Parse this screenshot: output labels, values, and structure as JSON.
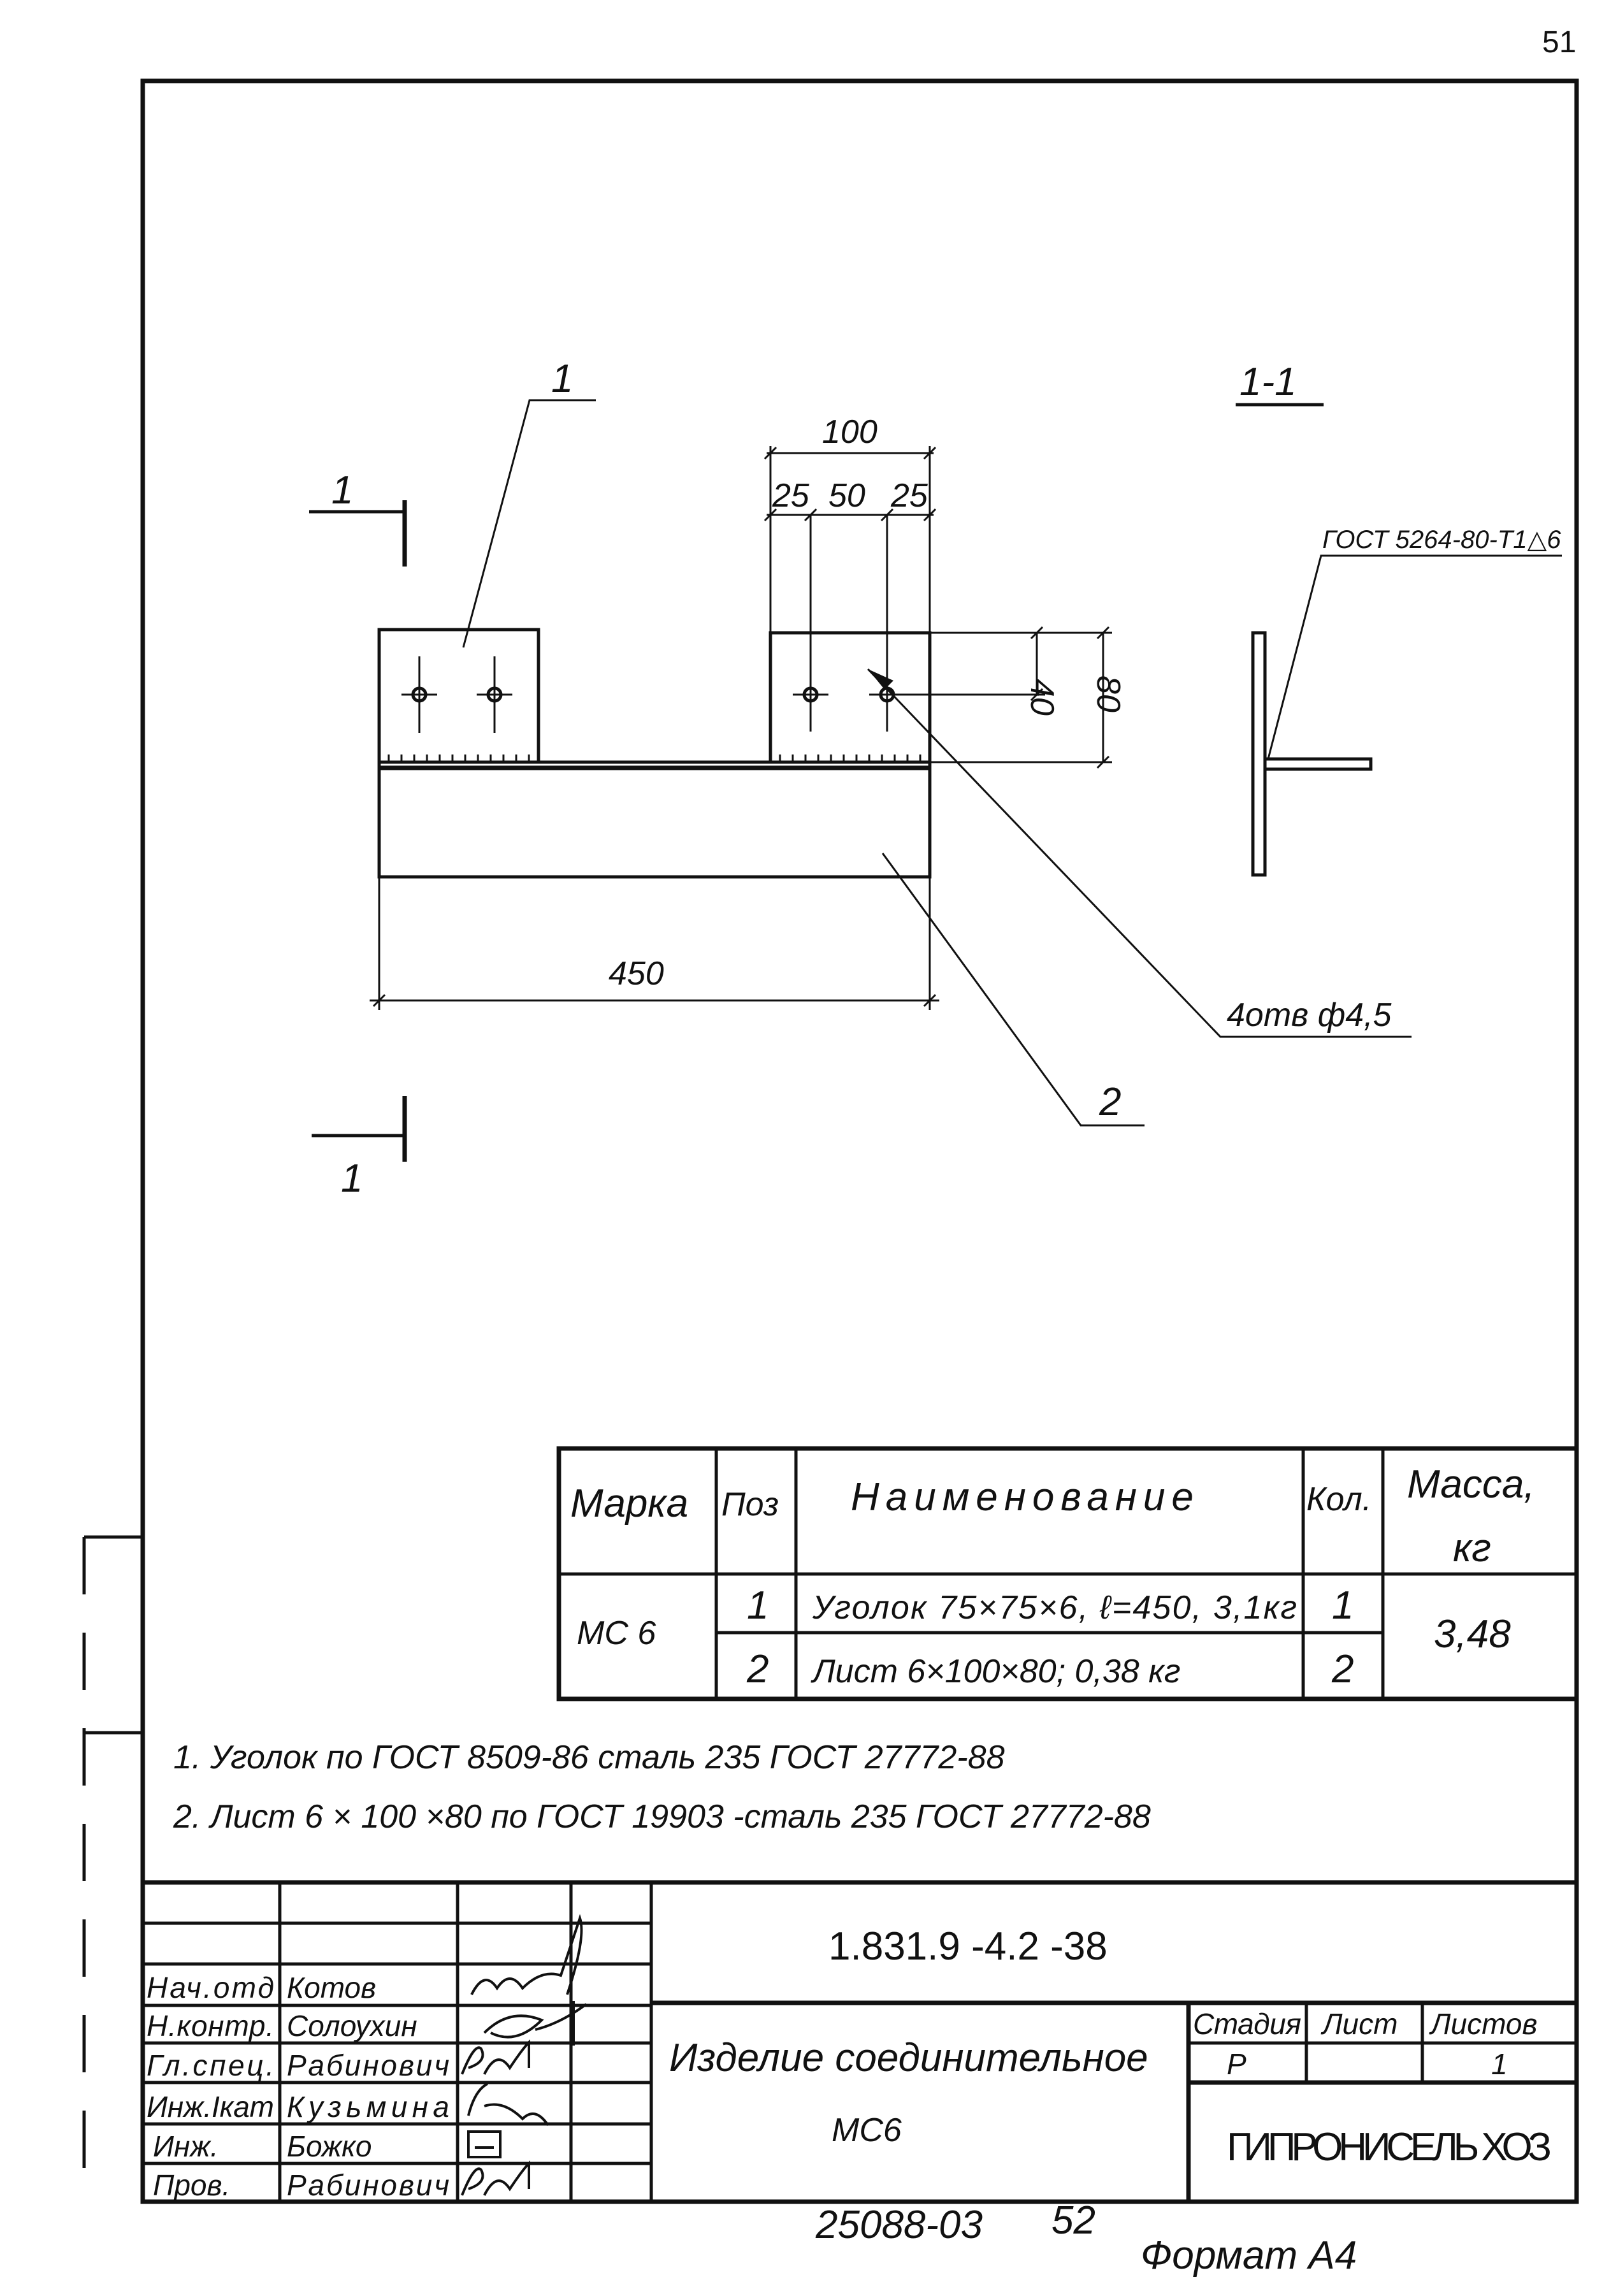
{
  "page_number": "51",
  "drawing": {
    "leader_1": "1",
    "leader_2": "2",
    "section_mark_top": "1",
    "section_mark_bottom": "1",
    "section_title": "1-1",
    "dim_100": "100",
    "dim_25_left": "25",
    "dim_50": "50",
    "dim_25_right": "25",
    "dim_40": "40",
    "dim_80": "80",
    "dim_450": "450",
    "holes_note": "4отв ф4,5",
    "weld_note": "ГОСТ 5264-80-Т1△6"
  },
  "spec_table": {
    "headers": [
      "Марка",
      "Поз",
      "Наименование",
      "Кол.",
      "Масса,",
      "кг"
    ],
    "mark": "МС 6",
    "rows": [
      {
        "pos": "1",
        "name": "Уголок 75×75×6, ℓ=450, 3,1кг",
        "qty": "1"
      },
      {
        "pos": "2",
        "name": "Лист 6×100×80; 0,38 кг",
        "qty": "2"
      }
    ],
    "mass": "3,48"
  },
  "notes": [
    "1. Уголок по ГОСТ 8509-86 сталь 235 ГОСТ 27772-88",
    "2. Лист 6 × 100 ×80 по ГОСТ 19903 -сталь 235 ГОСТ 27772-88"
  ],
  "title_block": {
    "doc_number": "1.831.9 -4.2 -38",
    "roles": [
      {
        "role": "Нач.отд",
        "name": "Котов"
      },
      {
        "role": "Н.контр.",
        "name": "Солоухин"
      },
      {
        "role": "Гл.спец.",
        "name": "Рабинович"
      },
      {
        "role": "Инж.Iкат",
        "name": "Кузьмина"
      },
      {
        "role": "Инж.",
        "name": "Божко"
      },
      {
        "role": "Пров.",
        "name": "Рабинович"
      }
    ],
    "title_line1": "Изделие соединительное",
    "title_line2": "МС6",
    "stage_label": "Стадия",
    "sheet_label": "Лист",
    "sheets_label": "Листов",
    "stage_value": "Р",
    "sheet_value": "",
    "sheets_value": "1",
    "organization": "ГИПРОНИСЕЛЬ ХОЗ"
  },
  "footer": {
    "archive_number": "25088-03",
    "page": "52",
    "format": "Формат А4"
  }
}
